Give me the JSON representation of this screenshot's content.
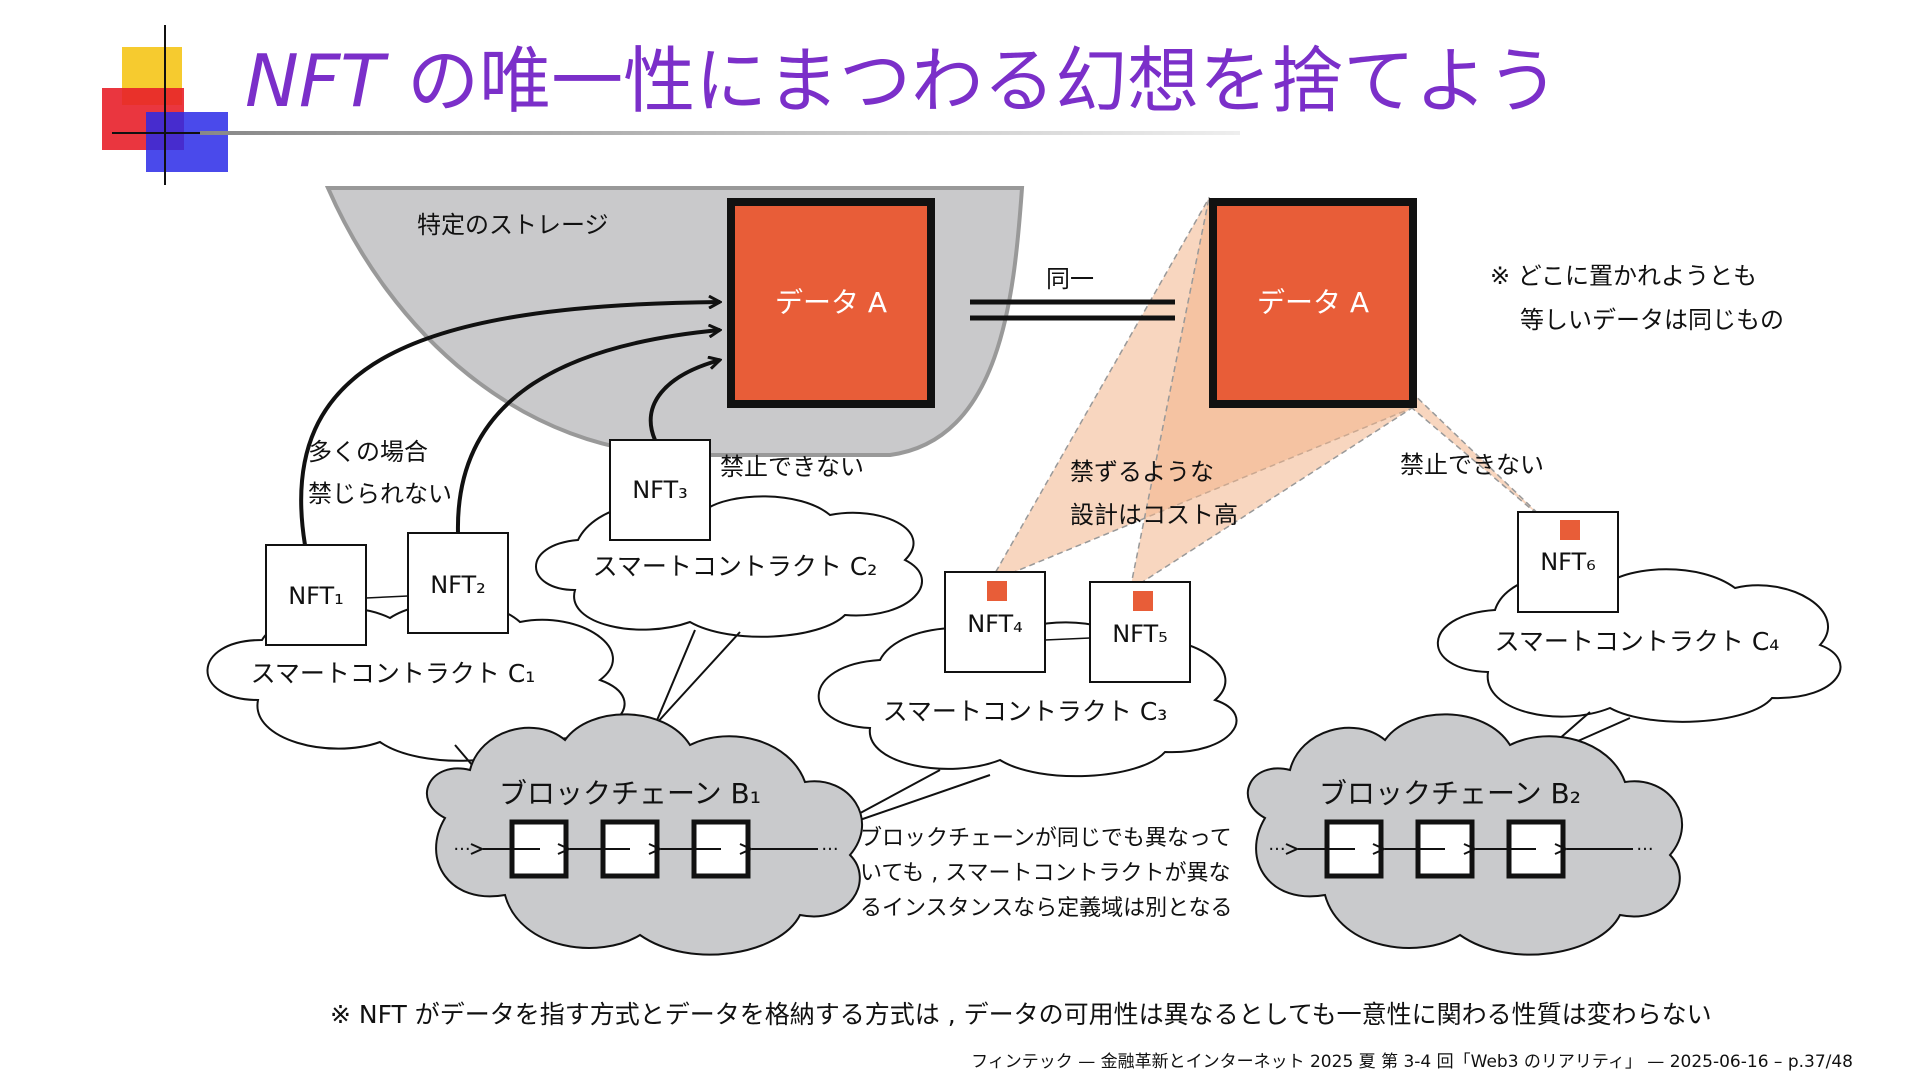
{
  "slide": {
    "title_nft": "NFT",
    "title_rest": " の唯一性にまつわる幻想を捨てよう",
    "footer": "フィンテック — 金融革新とインターネット 2025 夏 第 3-4 回「Web3 のリアリティ」 — 2025-06-16 – p.37/48",
    "bottom_note": "※ NFT がデータを指す方式とデータを格納する方式は , データの可用性は異なるとしても一意性に関わる性質は変わらない"
  },
  "diagram": {
    "storage_label": "特定のストレージ",
    "data_a_left": "データ A",
    "data_a_right": "データ A",
    "same_label": "同一",
    "anywhere_note_1": "※ どこに置かれようとも",
    "anywhere_note_2": "等しいデータは同じもの",
    "often_not_banned_1": "多くの場合",
    "often_not_banned_2": "禁じられない",
    "cannot_ban_c2": "禁止できない",
    "costly_design_1": "禁ずるような",
    "costly_design_2": "設計はコスト高",
    "cannot_ban_c4": "禁止できない",
    "nft1": "NFT₁",
    "nft2": "NFT₂",
    "nft3": "NFT₃",
    "nft4": "NFT₄",
    "nft5": "NFT₅",
    "nft6": "NFT₆",
    "contract_c1": "スマートコントラクト C₁",
    "contract_c2": "スマートコントラクト C₂",
    "contract_c3": "スマートコントラクト C₃",
    "contract_c4": "スマートコントラクト C₄",
    "blockchain_b1": "ブロックチェーン B₁",
    "blockchain_b2": "ブロックチェーン B₂",
    "ellipsis": "···",
    "instance_note_1": "ブロックチェーンが同じでも異なって",
    "instance_note_2": "いても , スマートコントラクトが異な",
    "instance_note_3": "るインスタンスなら定義域は別となる"
  },
  "colors": {
    "title": "#7b2fc9",
    "data_fill": "#e85d38",
    "cone_fill": "#f3b48a",
    "storage_fill": "#c9c9cb",
    "cloud_fill": "#c9cacc"
  }
}
